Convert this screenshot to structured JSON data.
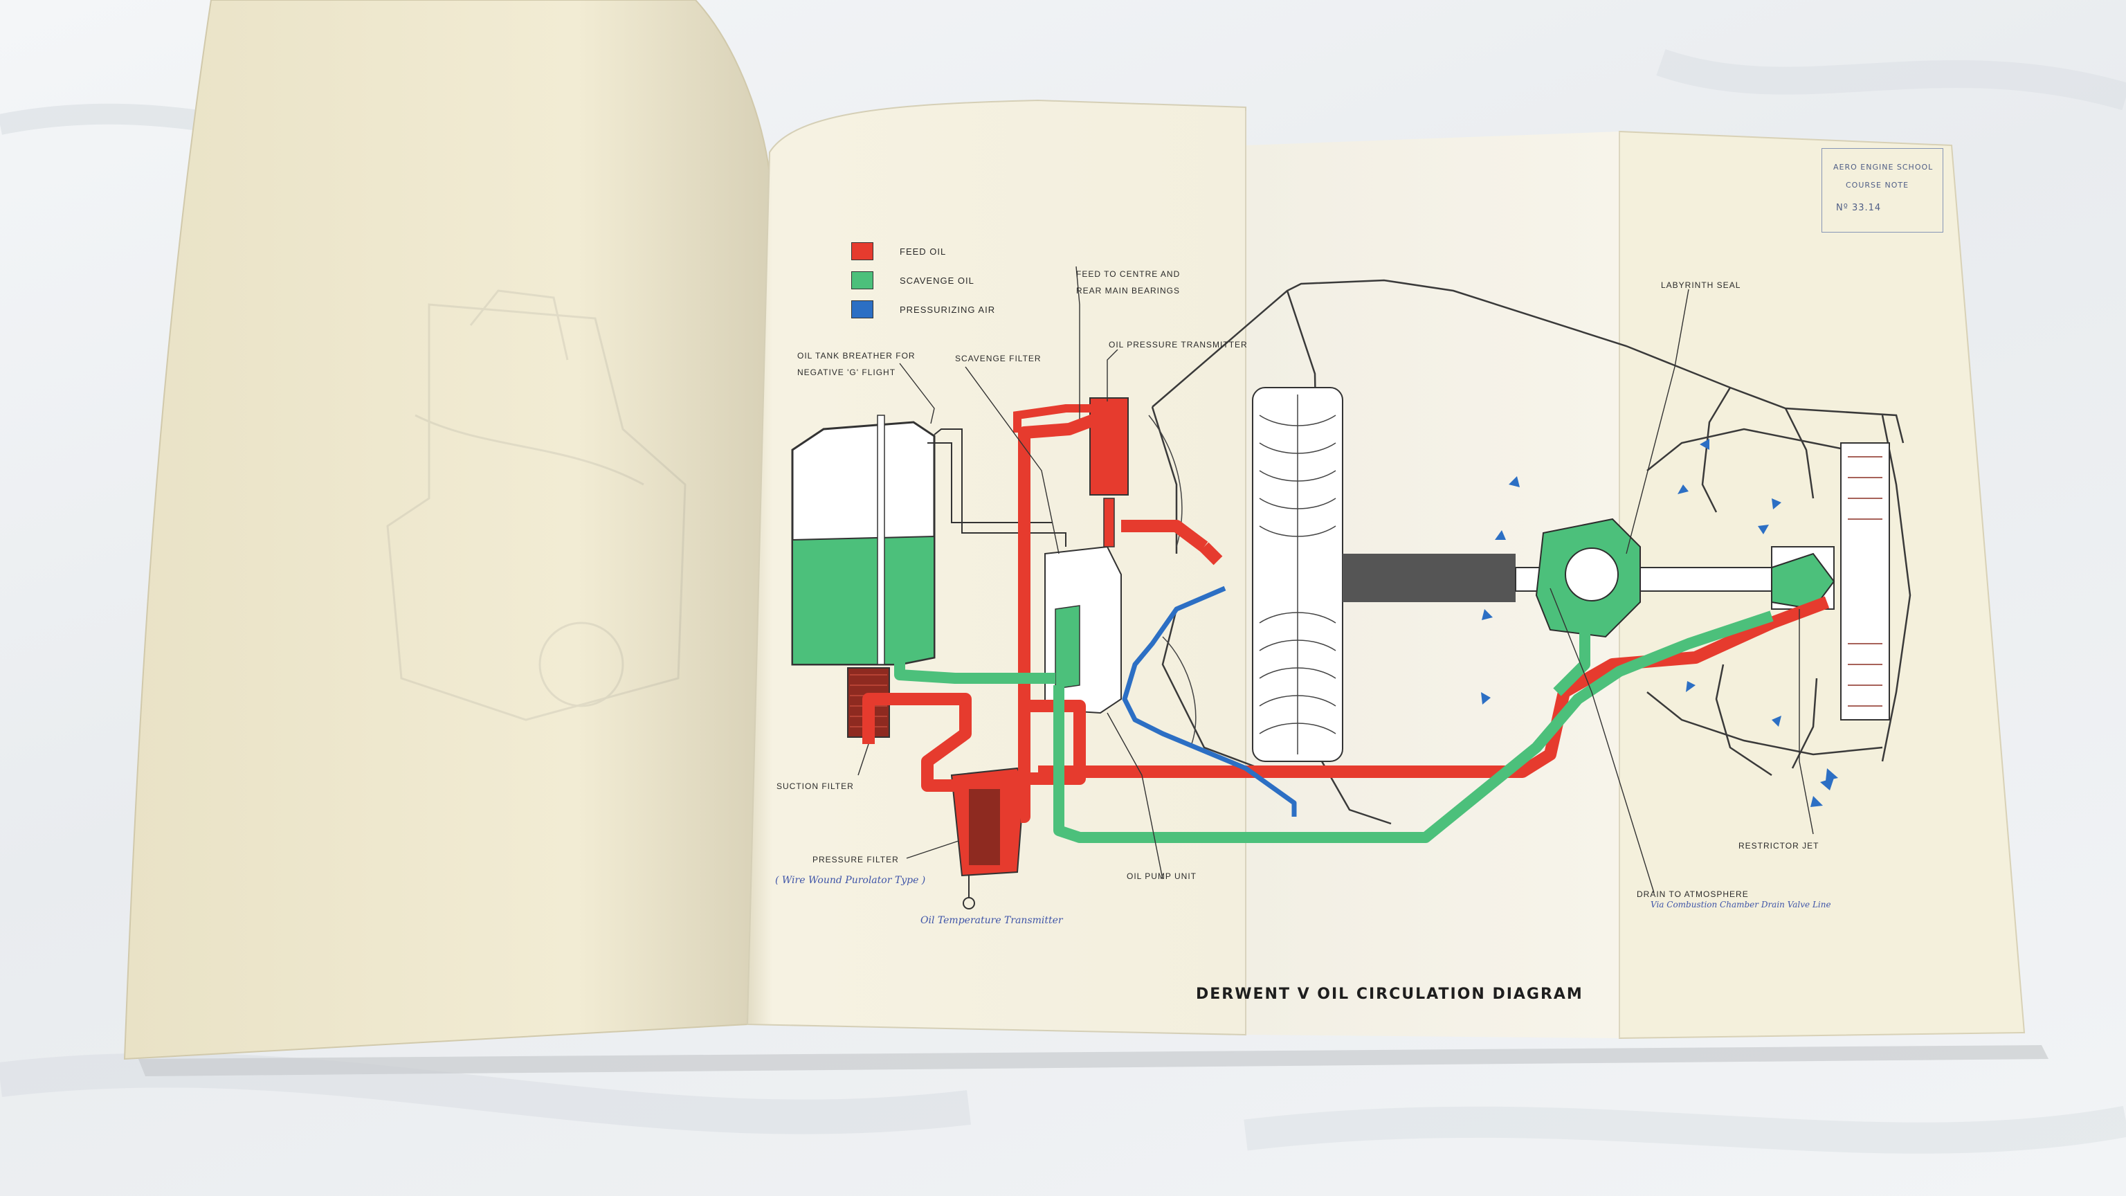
{
  "diagram": {
    "title": "DERWENT V OIL CIRCULATION DIAGRAM",
    "legend": [
      {
        "label": "FEED OIL",
        "color": "#e63b2e"
      },
      {
        "label": "SCAVENGE OIL",
        "color": "#4cc07b"
      },
      {
        "label": "PRESSURIZING AIR",
        "color": "#2c6fc4"
      }
    ],
    "labels": {
      "oil_tank_breather": "OIL TANK BREATHER FOR",
      "oil_tank_breather_2": "NEGATIVE 'G' FLIGHT",
      "scavenge_filter": "SCAVENGE FILTER",
      "feed_to_centre": "FEED TO CENTRE AND",
      "feed_to_centre_2": "REAR MAIN BEARINGS",
      "oil_pressure_transmitter": "OIL PRESSURE TRANSMITTER",
      "labyrinth_seal": "LABYRINTH SEAL",
      "suction_filter": "SUCTION FILTER",
      "pressure_filter": "PRESSURE FILTER",
      "oil_pump_unit": "OIL PUMP UNIT",
      "drain_to_atmosphere": "DRAIN TO ATMOSPHERE",
      "restrictor_jet": "RESTRICTOR JET"
    },
    "handwritten": {
      "pressure_filter_note": "( Wire Wound Purolator Type )",
      "oil_temp_note": "Oil Temperature Transmitter",
      "drain_note": "Via Combustion Chamber Drain Valve Line"
    },
    "stamp": {
      "line1": "AERO ENGINE SCHOOL",
      "line2": "COURSE NOTE",
      "number": "Nº  33.14"
    }
  }
}
